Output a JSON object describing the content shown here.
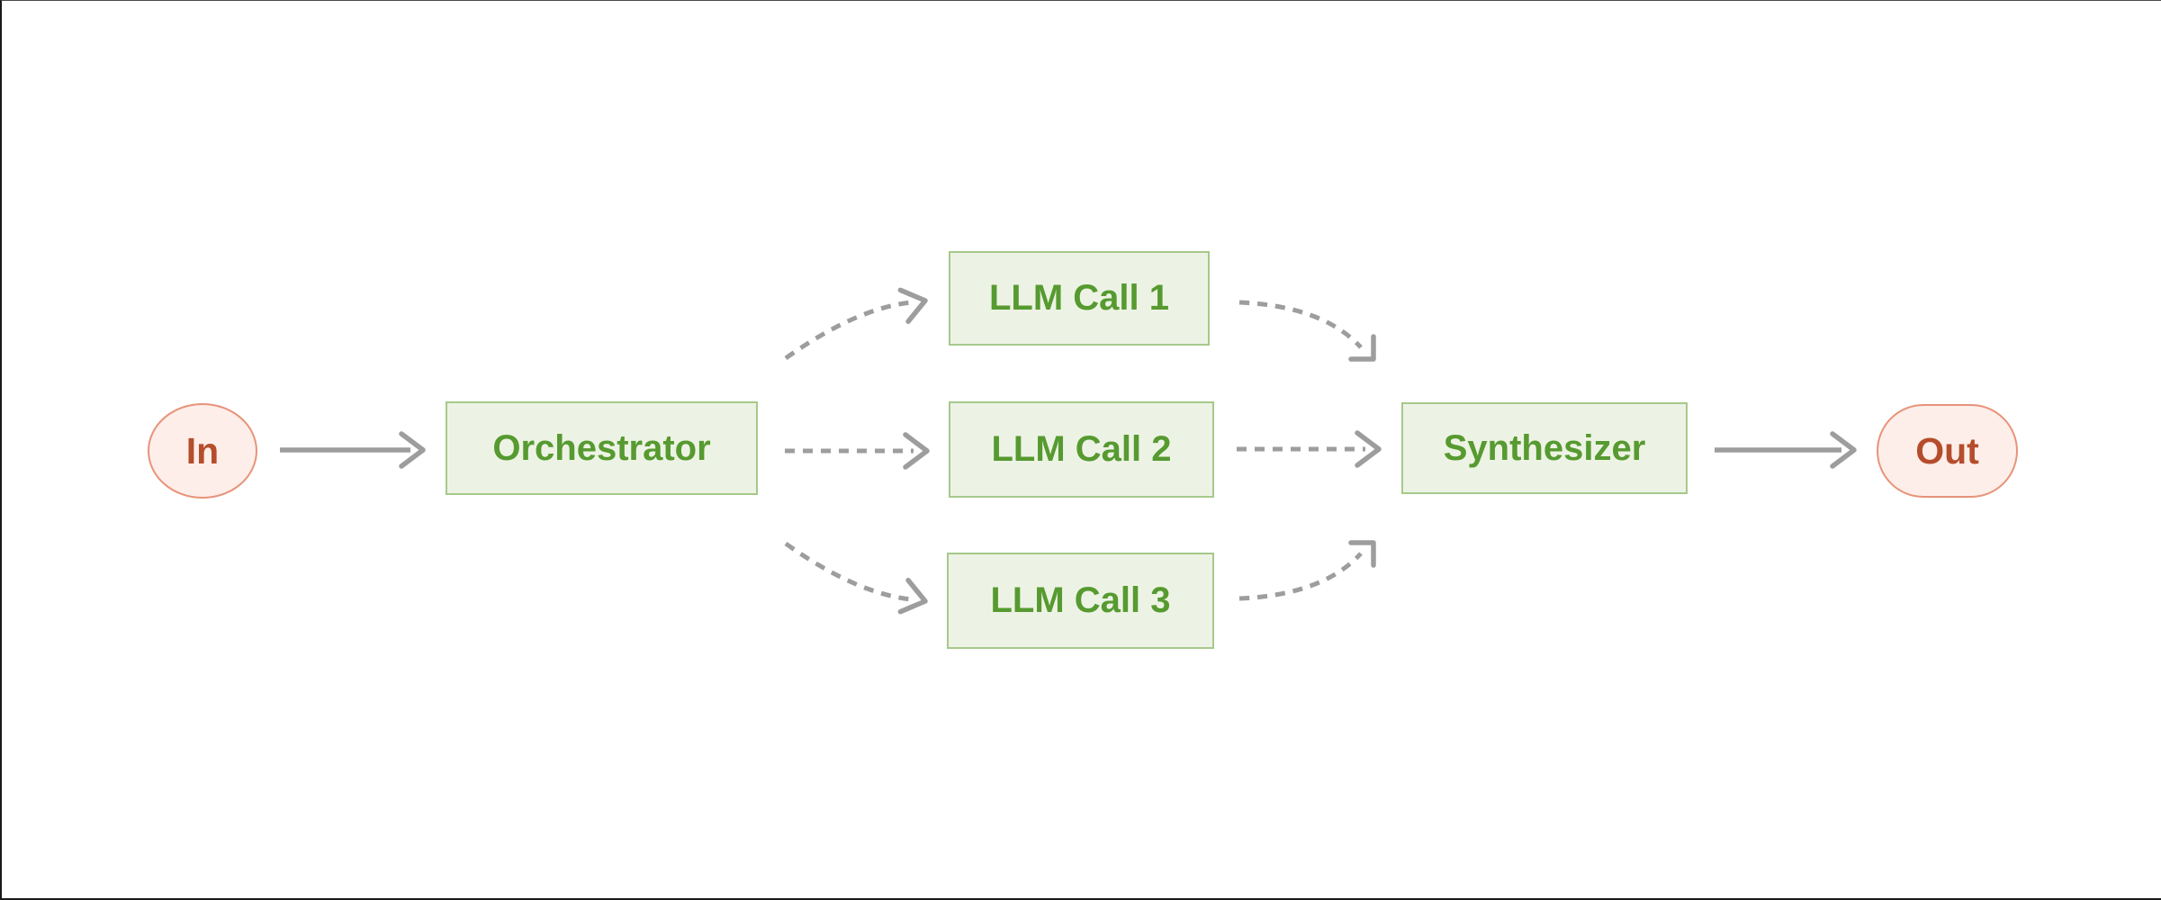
{
  "colors": {
    "background": "#ffffff",
    "frame_border": "#1a1a1a",
    "green_fill": "#edf3e4",
    "green_border": "#a6c98b",
    "green_text": "#569a30",
    "pink_fill": "#fdeee9",
    "pink_border": "#e8937a",
    "red_text": "#b54d2c",
    "arrow_gray": "#9d9d9d"
  },
  "nodes": {
    "in": {
      "label": "In"
    },
    "orchestrator": {
      "label": "Orchestrator"
    },
    "llm_call_1": {
      "label": "LLM Call 1"
    },
    "llm_call_2": {
      "label": "LLM Call 2"
    },
    "llm_call_3": {
      "label": "LLM Call 3"
    },
    "synthesizer": {
      "label": "Synthesizer"
    },
    "out": {
      "label": "Out"
    }
  },
  "edges": [
    {
      "from": "In",
      "to": "Orchestrator",
      "style": "solid"
    },
    {
      "from": "Orchestrator",
      "to": "LLM Call 1",
      "style": "dashed"
    },
    {
      "from": "Orchestrator",
      "to": "LLM Call 2",
      "style": "dashed"
    },
    {
      "from": "Orchestrator",
      "to": "LLM Call 3",
      "style": "dashed"
    },
    {
      "from": "LLM Call 1",
      "to": "Synthesizer",
      "style": "dashed"
    },
    {
      "from": "LLM Call 2",
      "to": "Synthesizer",
      "style": "dashed"
    },
    {
      "from": "LLM Call 3",
      "to": "Synthesizer",
      "style": "dashed"
    },
    {
      "from": "Synthesizer",
      "to": "Out",
      "style": "solid"
    }
  ]
}
